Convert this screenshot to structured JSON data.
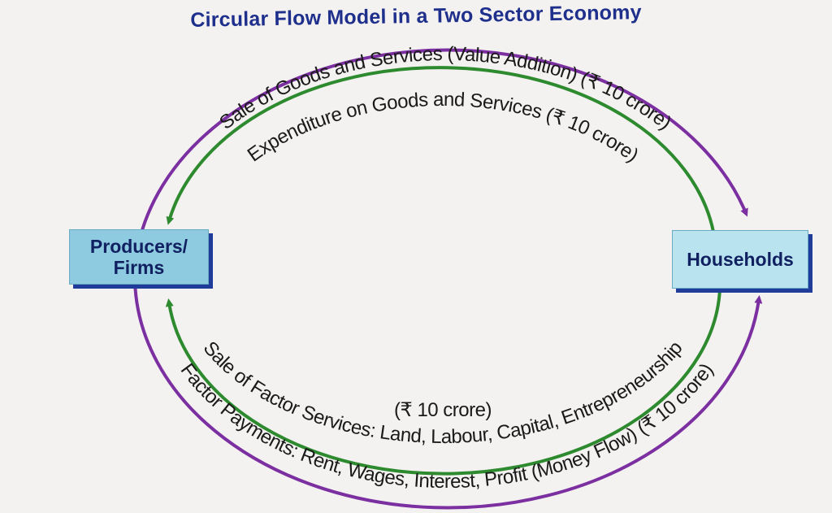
{
  "title": "Circular Flow Model in a Two Sector Economy",
  "nodes": {
    "producers": "Producers/ Firms",
    "households": "Households"
  },
  "flows": {
    "top_outer": "Sale of Goods and Services (Value Addition) (₹ 10 crore)",
    "top_inner": "Expenditure on Goods and Services (₹ 10 crore)",
    "bottom_inner": "Sale of Factor Services: Land, Labour, Capital, Entrepreneurship",
    "bottom_inner_amount": "(₹ 10 crore)",
    "bottom_outer": "Factor Payments: Rent, Wages, Interest, Profit (Money Flow) (₹ 10 crore)"
  },
  "colors": {
    "real_flow": "#7b2fa0",
    "money_flow": "#2e8a2e",
    "title": "#1e2f8c",
    "box": "#8ecbe0"
  }
}
